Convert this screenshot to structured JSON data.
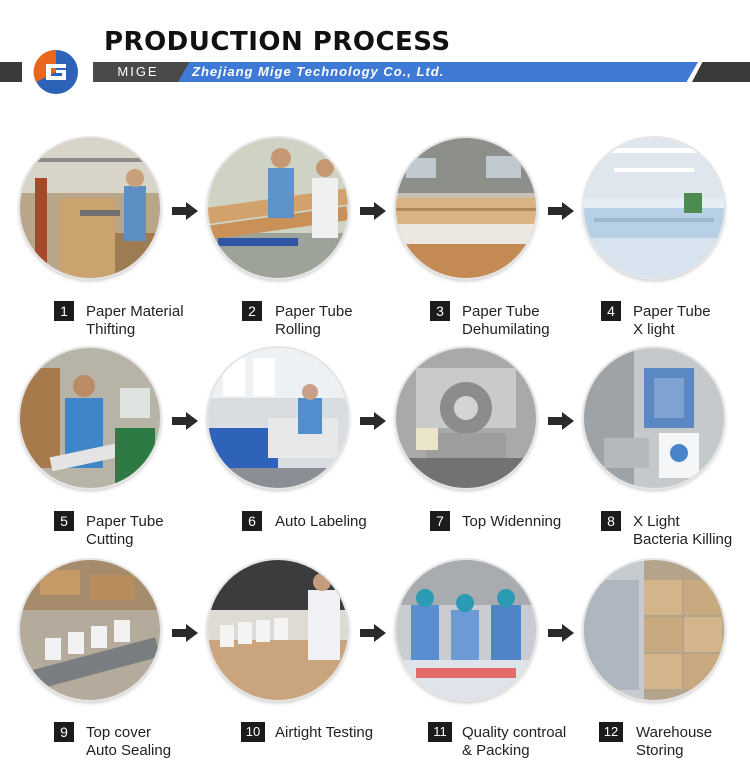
{
  "header": {
    "title": "PRODUCTION PROCESS",
    "brand": "MIGE",
    "company": "Zhejiang Mige Technology Co., Ltd.",
    "logo_icon": "mige-logo-icon"
  },
  "colors": {
    "accent_blue": "#3f7ad6",
    "band_dark": "#4a4a4a",
    "logo_orange": "#e8671d",
    "logo_blue": "#2c63b7"
  },
  "steps": [
    {
      "number": "1",
      "line1": "Paper Material",
      "line2": "Thifting",
      "scene": "factory-worker-paper-roll"
    },
    {
      "number": "2",
      "line1": "Paper Tube",
      "line2": "Rolling",
      "scene": "workers-rolling-tubes"
    },
    {
      "number": "3",
      "line1": "Paper Tube",
      "line2": "Dehumilating",
      "scene": "stacked-tubes-warehouse"
    },
    {
      "number": "4",
      "line1": "Paper Tube",
      "line2": "X light",
      "scene": "clean-room-tubes"
    },
    {
      "number": "5",
      "line1": "Paper Tube",
      "line2": "Cutting",
      "scene": "worker-cutting-tubes"
    },
    {
      "number": "6",
      "line1": "Auto Labeling",
      "line2": "",
      "scene": "labeling-machine"
    },
    {
      "number": "7",
      "line1": "Top Widenning",
      "line2": "",
      "scene": "widening-machine"
    },
    {
      "number": "8",
      "line1": "X Light",
      "line2": "Bacteria Killing",
      "scene": "uv-machine"
    },
    {
      "number": "9",
      "line1": "Top cover",
      "line2": "Auto Sealing",
      "scene": "sealing-conveyor"
    },
    {
      "number": "10",
      "line1": "Airtight Testing",
      "line2": "",
      "scene": "testing-table"
    },
    {
      "number": "11",
      "line1": "Quality controal",
      "line2": "& Packing",
      "scene": "workers-packing"
    },
    {
      "number": "12",
      "line1": "Warehouse",
      "line2": "Storing",
      "scene": "carton-warehouse"
    }
  ]
}
